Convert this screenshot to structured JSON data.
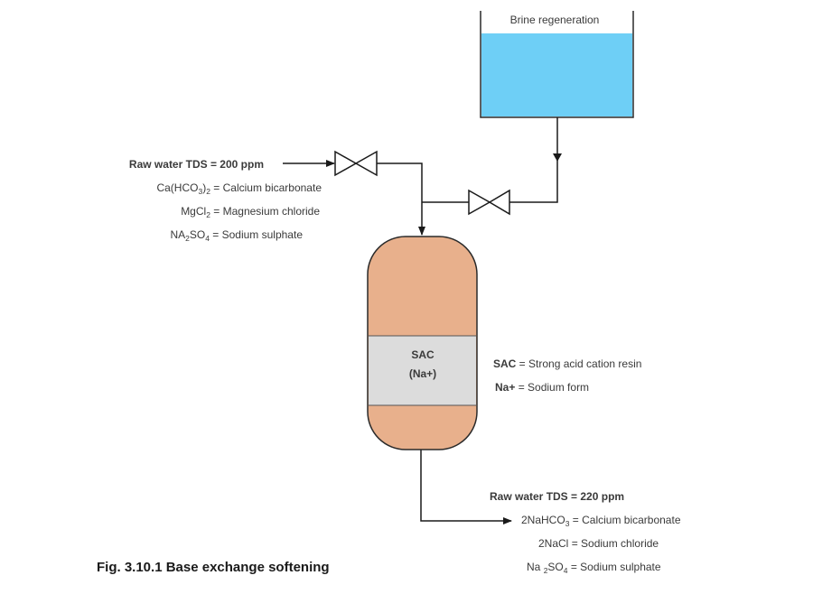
{
  "tank": {
    "label": "Brine regeneration",
    "liquid_color": "#6ecff6"
  },
  "inlet": {
    "title_bold": "Raw water TDS",
    "title_rest": " = 200 ppm",
    "lines": [
      {
        "pre": "Ca(HCO",
        "s1": "3",
        "mid": ")",
        "s2": "2",
        "rest": " = Calcium bicarbonate"
      },
      {
        "pre": "MgCl",
        "s1": "2",
        "mid": "",
        "s2": "",
        "rest": " = Magnesium chloride"
      },
      {
        "pre": "NA",
        "s1": "2",
        "mid": "SO",
        "s2": "4",
        "rest": " = Sodium sulphate"
      }
    ]
  },
  "vessel": {
    "resin_line1": "SAC",
    "resin_line2": "(Na+)",
    "body_color": "#e8b08c",
    "resin_color": "#dcdcdc"
  },
  "legend": {
    "sac_bold": "SAC",
    "sac_rest": " = Strong acid cation resin",
    "na_bold": "Na+",
    "na_rest": " = Sodium form"
  },
  "outlet": {
    "title_bold": "Raw water TDS",
    "title_rest": " = 220 ppm",
    "lines": [
      {
        "pre": "2NaHCO",
        "s1": "3",
        "mid": "",
        "s2": "",
        "rest": " = Calcium bicarbonate"
      },
      {
        "pre": "2NaCl",
        "s1": "",
        "mid": "",
        "s2": "",
        "rest": " = Sodium chloride"
      },
      {
        "pre": "Na ",
        "s1": "2",
        "mid": "SO",
        "s2": "4",
        "rest": " = Sodium sulphate"
      }
    ]
  },
  "caption": "Fig. 3.10.1 Base exchange softening"
}
